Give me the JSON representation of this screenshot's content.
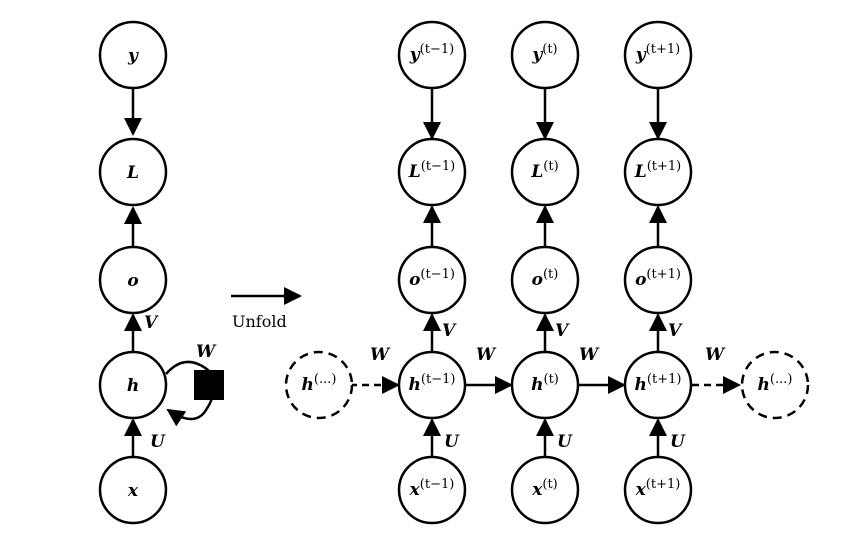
{
  "folded": {
    "nodes": {
      "y": {
        "base": "y",
        "sup": ""
      },
      "L": {
        "base": "L",
        "sup": ""
      },
      "o": {
        "base": "o",
        "sup": ""
      },
      "h": {
        "base": "h",
        "sup": ""
      },
      "x": {
        "base": "x",
        "sup": ""
      }
    },
    "weights": {
      "V": "V",
      "W": "W",
      "U": "U"
    }
  },
  "unfold_label": "Unfold",
  "unfolded": {
    "columns": [
      {
        "y": {
          "base": "y",
          "sup": "(t−1)"
        },
        "L": {
          "base": "L",
          "sup": "(t−1)"
        },
        "o": {
          "base": "o",
          "sup": "(t−1)"
        },
        "h": {
          "base": "h",
          "sup": "(t−1)"
        },
        "x": {
          "base": "x",
          "sup": "(t−1)"
        }
      },
      {
        "y": {
          "base": "y",
          "sup": "(t)"
        },
        "L": {
          "base": "L",
          "sup": "(t)"
        },
        "o": {
          "base": "o",
          "sup": "(t)"
        },
        "h": {
          "base": "h",
          "sup": "(t)"
        },
        "x": {
          "base": "x",
          "sup": "(t)"
        }
      },
      {
        "y": {
          "base": "y",
          "sup": "(t+1)"
        },
        "L": {
          "base": "L",
          "sup": "(t+1)"
        },
        "o": {
          "base": "o",
          "sup": "(t+1)"
        },
        "h": {
          "base": "h",
          "sup": "(t+1)"
        },
        "x": {
          "base": "x",
          "sup": "(t+1)"
        }
      }
    ],
    "h_left": {
      "base": "h",
      "sup": "(...)"
    },
    "h_right": {
      "base": "h",
      "sup": "(...)"
    },
    "weights": {
      "V": "V",
      "W": "W",
      "U": "U"
    }
  }
}
